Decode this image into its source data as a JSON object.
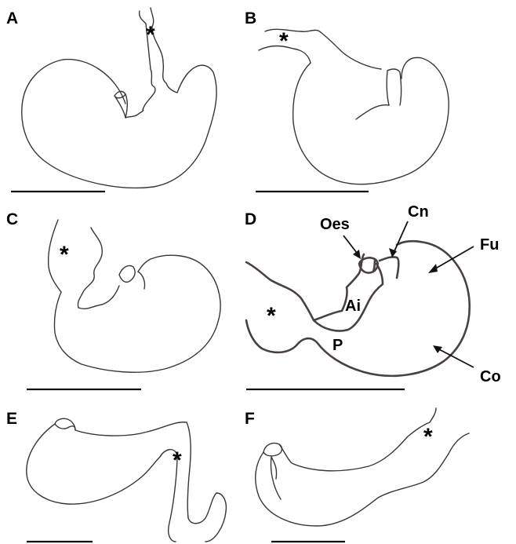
{
  "panels": {
    "A": {
      "letter": "A",
      "marker": "*"
    },
    "B": {
      "letter": "B",
      "marker": "*"
    },
    "C": {
      "letter": "C",
      "marker": "*"
    },
    "D": {
      "letter": "D",
      "marker": "*",
      "labels": {
        "oes": "Oes",
        "cn": "Cn",
        "fu": "Fu",
        "ai": "Ai",
        "p": "P",
        "co": "Co"
      }
    },
    "E": {
      "letter": "E",
      "marker": "*"
    },
    "F": {
      "letter": "F",
      "marker": "*"
    }
  },
  "colors": {
    "outline": "#3a3436",
    "text": "#000000",
    "background": "#ffffff"
  }
}
